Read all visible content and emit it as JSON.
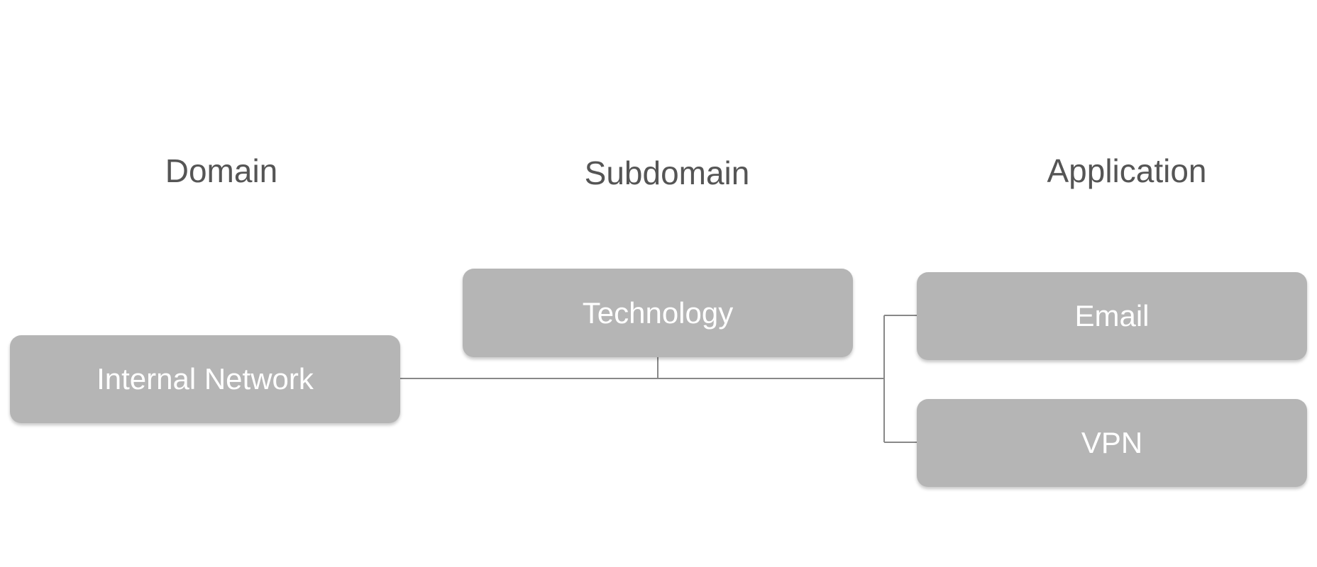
{
  "columns": {
    "domain": "Domain",
    "subdomain": "Subdomain",
    "application": "Application"
  },
  "nodes": {
    "internal_network": "Internal Network",
    "technology": "Technology",
    "email": "Email",
    "vpn": "VPN"
  },
  "colors": {
    "node_fill": "#b5b5b5",
    "node_text": "#ffffff",
    "title_text": "#555555",
    "connector": "#888888"
  }
}
